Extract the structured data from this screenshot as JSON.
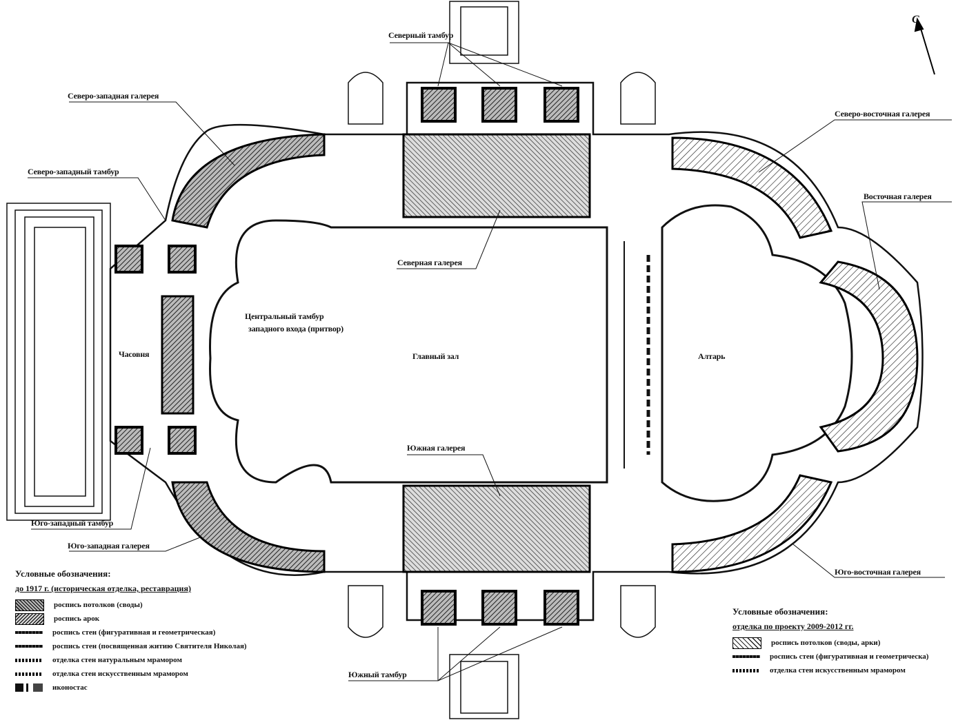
{
  "compass": {
    "north_label": "С"
  },
  "rooms": {
    "main_hall": "Главный зал",
    "altar": "Алтарь",
    "chapel": "Часовня",
    "central_vestibule_line1": "Центральный тамбур",
    "central_vestibule_line2": "западного входа (притвор)"
  },
  "callouts": {
    "north_vestibule": "Северный тамбур",
    "northwest_gallery": "Северо-западная галерея",
    "northeast_gallery": "Северо-восточная галерея",
    "northwest_vestibule": "Северо-западный тамбур",
    "east_gallery": "Восточная галерея",
    "north_gallery": "Северная галерея",
    "south_gallery": "Южная галерея",
    "southwest_vestibule": "Юго-западный тамбур",
    "southwest_gallery": "Юго-западная галерея",
    "southeast_gallery": "Юго-восточная галерея",
    "south_vestibule": "Южный тамбур"
  },
  "legend_historic": {
    "title": "Условные обозначения:",
    "subtitle": "до 1917 г. (историческая отделка, реставрация)",
    "items": [
      {
        "label": "роспись потолков (своды)"
      },
      {
        "label": "роспись арок"
      },
      {
        "label": "роспись стен (фигуративная и геометрическая)"
      },
      {
        "label": "роспись стен (посвященная житию Святителя Николая)"
      },
      {
        "label": "отделка стен натуральным мрамором"
      },
      {
        "label": "отделка стен искусственным мрамором"
      },
      {
        "label": "иконостас"
      }
    ]
  },
  "legend_project": {
    "title": "Условные обозначения:",
    "subtitle": "отделка по проекту 2009-2012 гг.",
    "items": [
      {
        "label": "роспись потолков (своды, арки)"
      },
      {
        "label": "роспись стен (фигуративная и геометрическа)"
      },
      {
        "label": "отделка стен искусственным мрамором"
      }
    ]
  }
}
